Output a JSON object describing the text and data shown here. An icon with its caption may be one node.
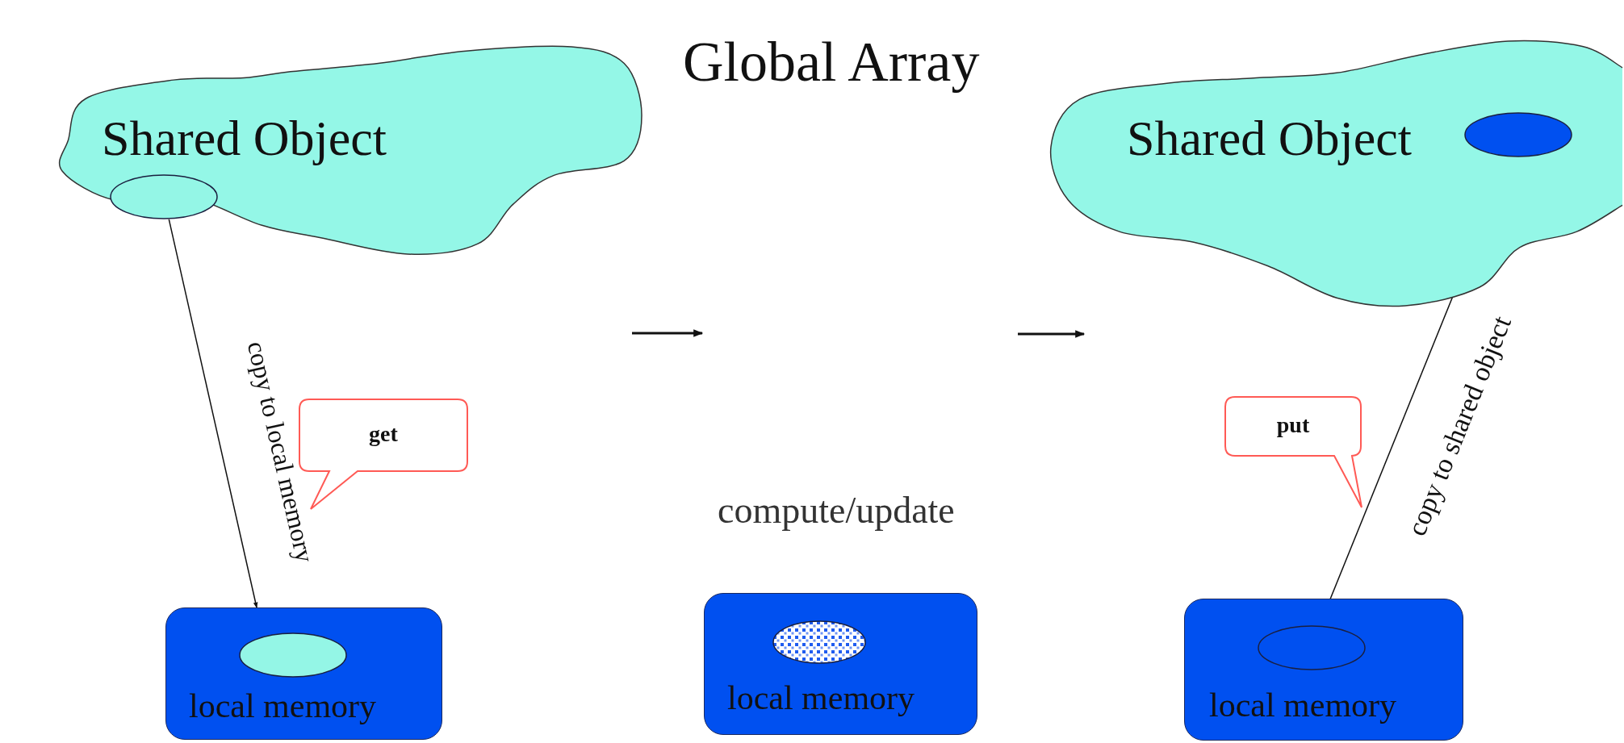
{
  "diagram": {
    "title": "Global Array",
    "nodes": [
      {
        "text": [
          "Shared Object"
        ]
      },
      {
        "text": [],
        "shape": "ellipse",
        "in": 0
      },
      {
        "text": [
          "get"
        ]
      },
      {
        "text": [
          "local memory"
        ]
      },
      {
        "text": [],
        "shape": "ellipse",
        "in": 3
      },
      {
        "text": [
          "local memory"
        ]
      },
      {
        "text": [],
        "shape": "ellipse",
        "in": 5
      },
      {
        "text": [
          "Shared Object"
        ]
      },
      {
        "text": [],
        "shape": "ellipse",
        "in": 7
      },
      {
        "text": [
          "put"
        ]
      },
      {
        "text": [
          "local memory"
        ]
      },
      {
        "text": [],
        "shape": "ellipse",
        "in": 10
      }
    ],
    "edges": [
      {
        "from": 1,
        "to": 3,
        "arrow": "to",
        "label": "copy to local memory"
      },
      {
        "from": 11,
        "to": 8,
        "arrow": "none",
        "label": "copy to shared object"
      }
    ],
    "labels": [
      "compute/update"
    ]
  }
}
